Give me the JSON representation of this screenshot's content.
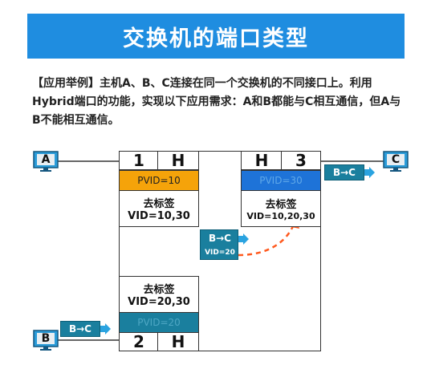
{
  "title": "交换机的端口类型",
  "description": "【应用举例】主机A、B、C连接在同一个交换机的不同接口上。利用Hybrid端口的功能，实现以下应用需求：A和B都能与C相互通信，但A与B不能相互通信。",
  "hosts": {
    "a": {
      "label": "A"
    },
    "b": {
      "label": "B"
    },
    "c": {
      "label": "C"
    }
  },
  "ports": {
    "p1": {
      "number": "1",
      "type": "H",
      "pvid": "PVID=10",
      "untag_label": "去标签",
      "vid": "VID=10,30"
    },
    "p3": {
      "number": "3",
      "type": "H",
      "pvid": "PVID=30",
      "untag_label": "去标签",
      "vid": "VID=10,20,30"
    },
    "p2": {
      "number": "2",
      "type": "H",
      "pvid": "PVID=20",
      "untag_label": "去标签",
      "vid": "VID=20,30"
    }
  },
  "flows": {
    "b_to_c_inside": {
      "label": "B→C",
      "vid": "VID=20"
    },
    "b_to_c_at_b": {
      "label": "B→C"
    },
    "b_to_c_at_c": {
      "label": "B→C"
    }
  },
  "colors": {
    "banner": "#1f8de0",
    "pvid10": "#f5a30a",
    "pvid30": "#1e73d8",
    "pvid20": "#1a7f9e",
    "bubble": "#1a7f9e",
    "arrow": "#2aa3e0",
    "dashed": "#ff5a1f",
    "monitor": "#2a9bd8"
  }
}
